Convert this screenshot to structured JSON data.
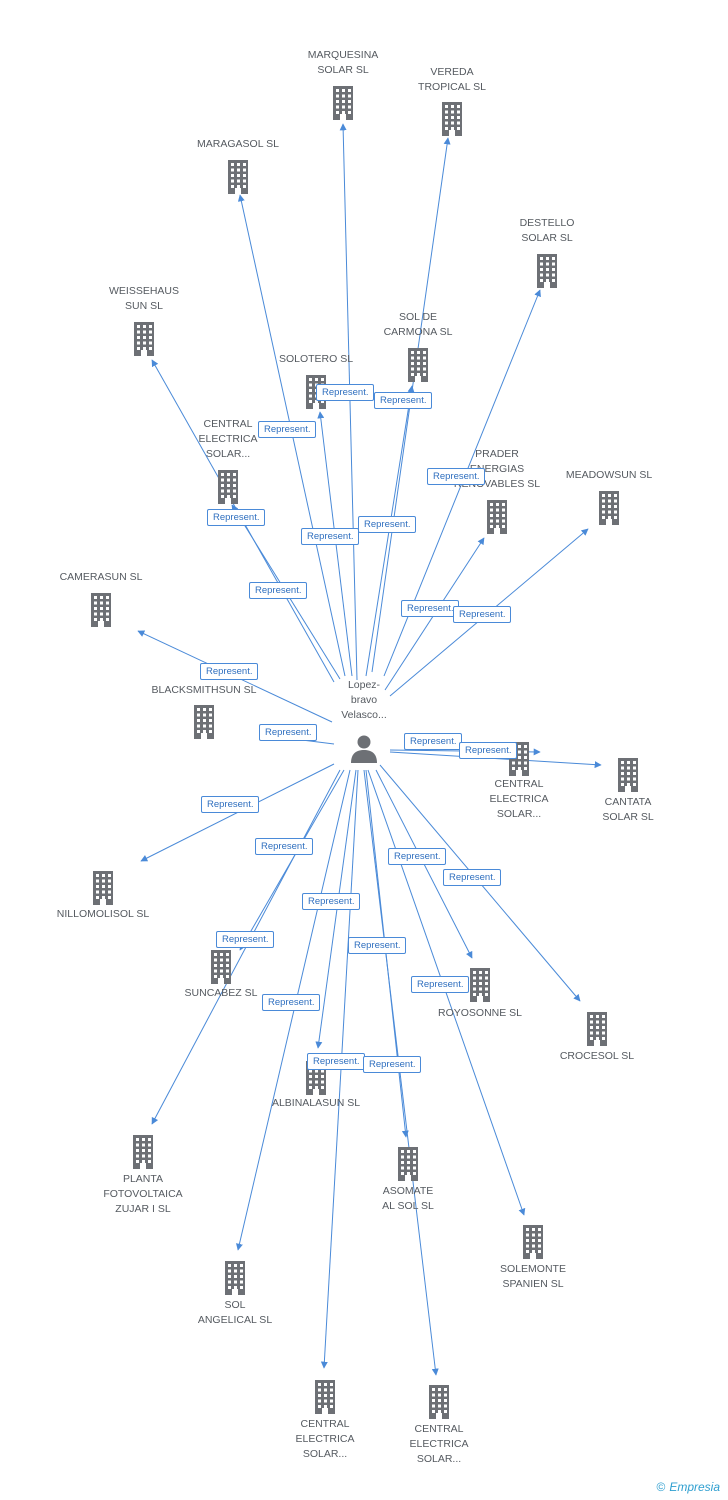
{
  "center": {
    "label": "Lopez-\nbravo\nVelasco...",
    "icon": "person-icon"
  },
  "edge_label": "Represent.",
  "companies": [
    {
      "id": "marquesina",
      "label": "MARQUESINA\nSOLAR SL",
      "icon": "building-icon"
    },
    {
      "id": "vereda",
      "label": "VEREDA\nTROPICAL SL",
      "icon": "building-icon"
    },
    {
      "id": "maragasol",
      "label": "MARAGASOL SL",
      "icon": "building-icon"
    },
    {
      "id": "destello",
      "label": "DESTELLO\nSOLAR SL",
      "icon": "building-icon"
    },
    {
      "id": "weissehaus",
      "label": "WEISSEHAUS\nSUN SL",
      "icon": "building-icon"
    },
    {
      "id": "soldecarmona",
      "label": "SOL DE\nCARMONA SL",
      "icon": "building-icon"
    },
    {
      "id": "solotero",
      "label": "SOLOTERO SL",
      "icon": "building-icon"
    },
    {
      "id": "central1",
      "label": "CENTRAL\nELECTRICA\nSOLAR...",
      "icon": "building-icon"
    },
    {
      "id": "prader",
      "label": "PRADER\nENERGIAS\nRENOVABLES SL",
      "icon": "building-icon"
    },
    {
      "id": "meadowsun",
      "label": "MEADOWSUN SL",
      "icon": "building-icon"
    },
    {
      "id": "camerasun",
      "label": "CAMERASUN SL",
      "icon": "building-icon"
    },
    {
      "id": "blacksmithsun",
      "label": "BLACKSMITHSUN SL",
      "icon": "building-icon"
    },
    {
      "id": "central2",
      "label": "CENTRAL\nELECTRICA\nSOLAR...",
      "icon": "building-icon"
    },
    {
      "id": "cantata",
      "label": "CANTATA\nSOLAR SL",
      "icon": "building-icon"
    },
    {
      "id": "nillomolisol",
      "label": "NILLOMOLISOL SL",
      "icon": "building-icon"
    },
    {
      "id": "suncabez",
      "label": "SUNCABEZ SL",
      "icon": "building-icon"
    },
    {
      "id": "royosonne",
      "label": "ROYOSONNE SL",
      "icon": "building-icon"
    },
    {
      "id": "crocesol",
      "label": "CROCESOL SL",
      "icon": "building-icon"
    },
    {
      "id": "albinalasun",
      "label": "ALBINALASUN SL",
      "icon": "building-icon"
    },
    {
      "id": "planta",
      "label": "PLANTA\nFOTOVOLTAICA\nZUJAR I SL",
      "icon": "building-icon"
    },
    {
      "id": "asomate",
      "label": "ASOMATE\nAL SOL SL",
      "icon": "building-icon"
    },
    {
      "id": "solemonte",
      "label": "SOLEMONTE\nSPANIEN SL",
      "icon": "building-icon"
    },
    {
      "id": "solangelical",
      "label": "SOL\nANGELICAL SL",
      "icon": "building-icon"
    },
    {
      "id": "central3",
      "label": "CENTRAL\nELECTRICA\nSOLAR...",
      "icon": "building-icon"
    },
    {
      "id": "central4",
      "label": "CENTRAL\nELECTRICA\nSOLAR...",
      "icon": "building-icon"
    }
  ],
  "footer": {
    "copyright": "©",
    "brand": "Empresia"
  }
}
